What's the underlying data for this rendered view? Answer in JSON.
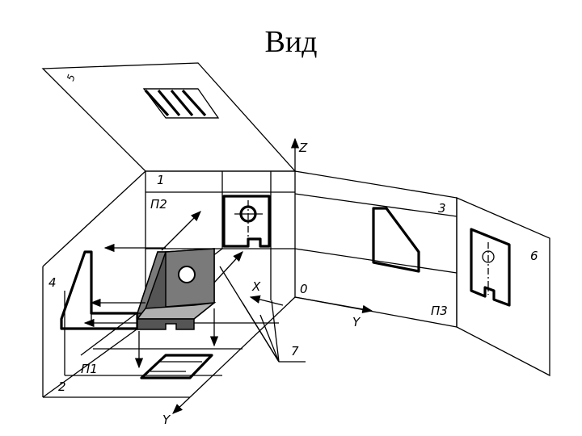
{
  "title": "Вид",
  "labels": {
    "plane_1": "1",
    "plane_2": "2",
    "plane_3": "3",
    "plane_4": "4",
    "plane_5": "5",
    "plane_6": "6",
    "callout_7": "7",
    "pi_2": "П2",
    "pi_1": "П1",
    "pi_3": "П3",
    "axis_z": "Z",
    "axis_x": "X",
    "axis_y": "Y",
    "axis_y_front": "Y",
    "origin": "0"
  },
  "colors": {
    "line": "#000000",
    "part_dark": "#555555",
    "part_mid": "#7a7a7a",
    "part_light": "#b0b0b0"
  }
}
